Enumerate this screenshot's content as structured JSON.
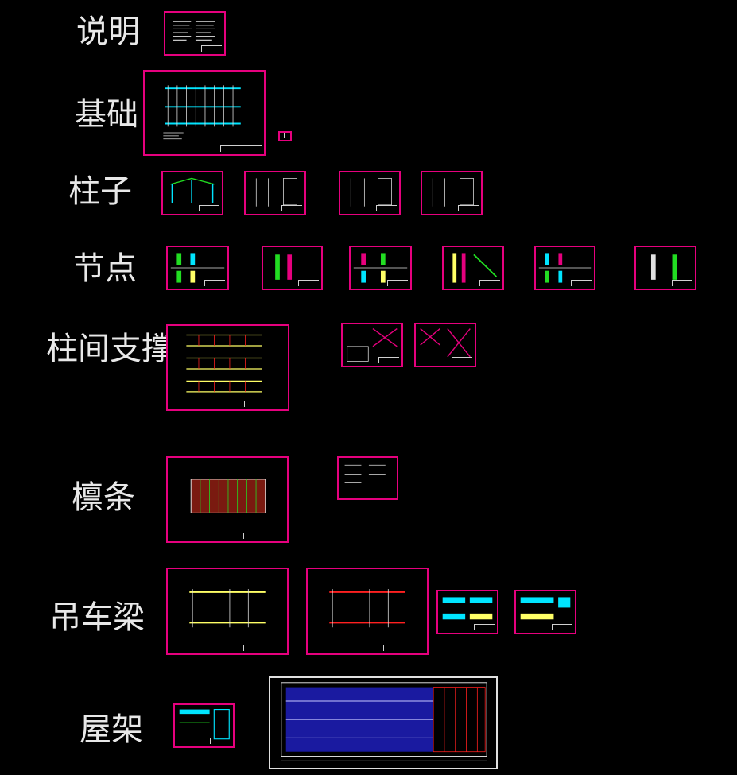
{
  "sections": {
    "notes": "说明",
    "foundation": "基础",
    "columns": "柱子",
    "joints": "节点",
    "column_bracing": "柱间支撑",
    "purlins": "檩条",
    "crane_beam": "吊车梁",
    "roof_truss": "屋架"
  },
  "colors": {
    "frame": "#e6007e",
    "cyan": "#00e5ff",
    "yellow": "#ffff66",
    "red": "#ff2020",
    "green": "#22dd22",
    "blue": "#2030ff",
    "white": "#e0e0e0"
  }
}
